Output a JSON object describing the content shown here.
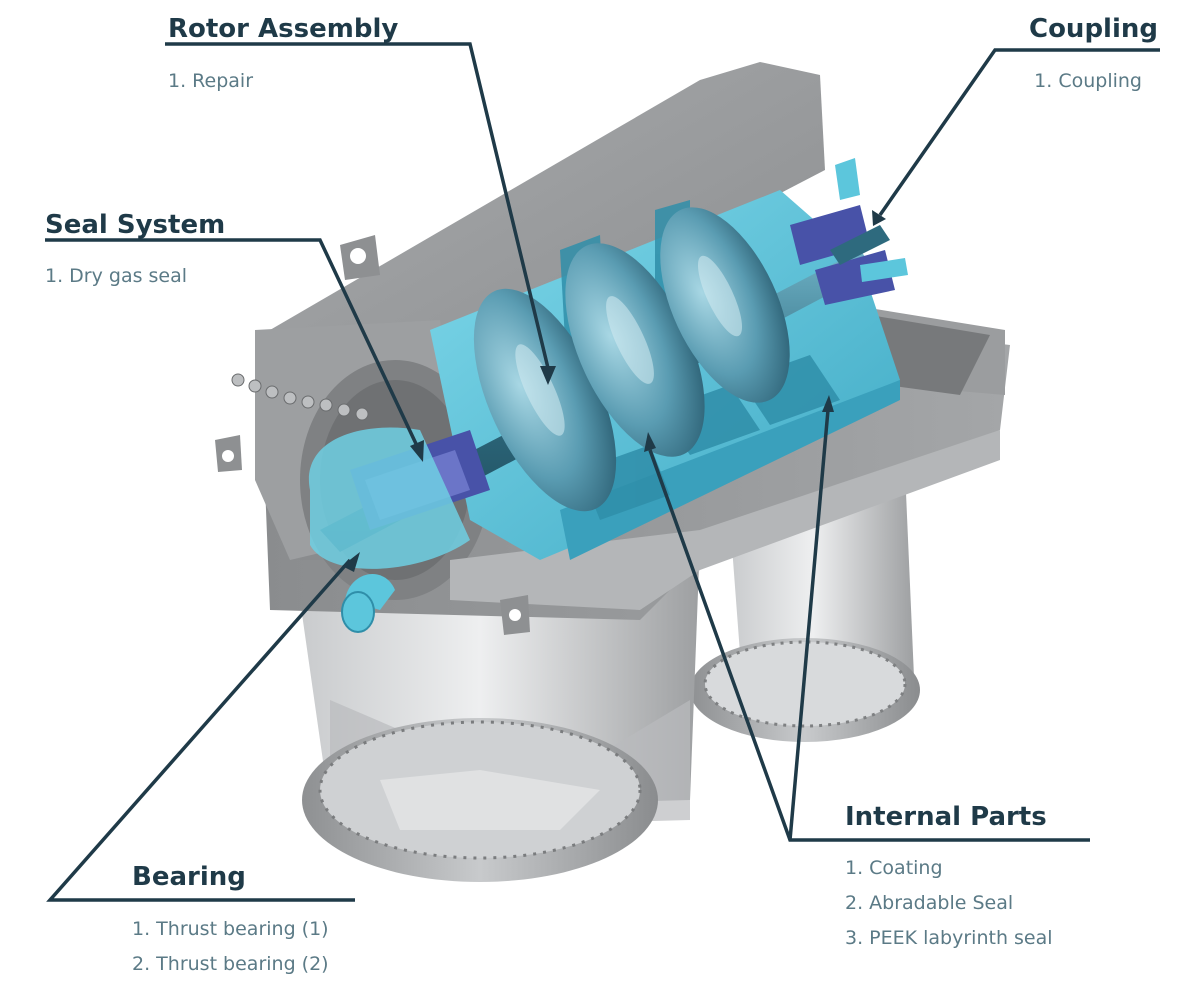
{
  "callouts": {
    "rotor_assembly": {
      "title": "Rotor Assembly",
      "items": [
        "1. Repair"
      ]
    },
    "coupling": {
      "title": "Coupling",
      "items": [
        "1. Coupling"
      ]
    },
    "seal_system": {
      "title": "Seal System",
      "items": [
        "1. Dry gas seal"
      ]
    },
    "internal_parts": {
      "title": "Internal Parts",
      "items": [
        "1. Coating",
        "2. Abradable Seal",
        "3. PEEK labyrinth seal"
      ]
    },
    "bearing": {
      "title": "Bearing",
      "items": [
        "1. Thrust bearing (1)",
        "2. Thrust bearing (2)"
      ]
    }
  },
  "colors": {
    "title_text": "#1f3a48",
    "item_text": "#5b7a86",
    "leader_line": "#1f3a48",
    "casing_gray": "#9a9c9e",
    "casing_dark": "#707274",
    "internal_cyan": "#5cc6dc",
    "rotor_blue": "#4a8fa6",
    "seal_navy": "#4852a8"
  }
}
